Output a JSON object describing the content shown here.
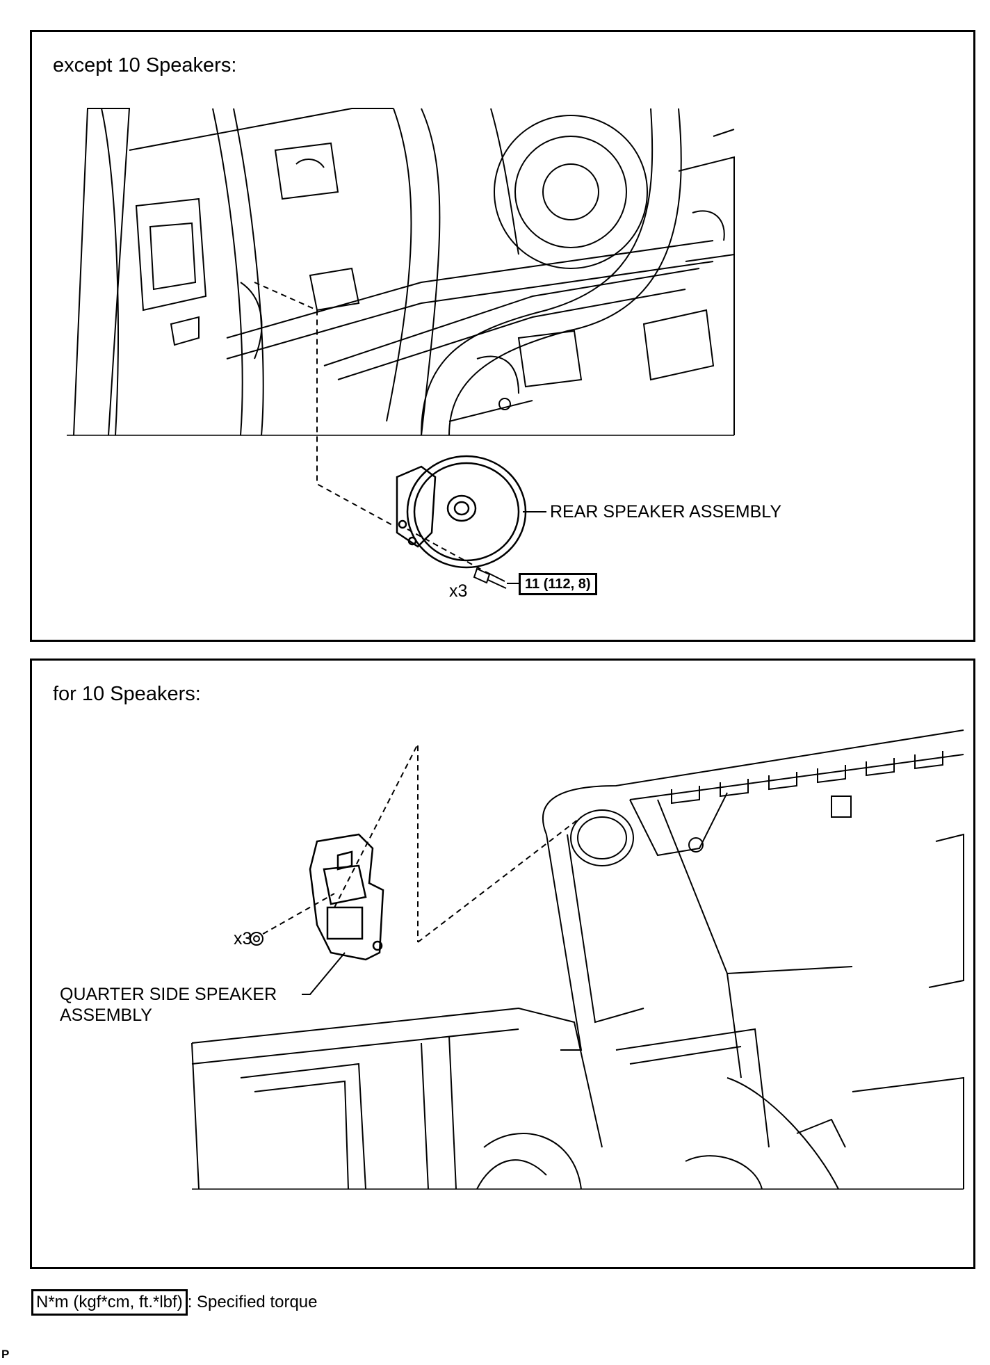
{
  "panels": [
    {
      "title": "except 10 Speakers:",
      "component_label": "REAR SPEAKER ASSEMBLY",
      "qty_label": "x3",
      "torque_value": "11 (112, 8)"
    },
    {
      "title": "for 10 Speakers:",
      "qty_label": "x3",
      "component_label_line1": "QUARTER SIDE SPEAKER",
      "component_label_line2": "ASSEMBLY"
    }
  ],
  "legend": {
    "unit_box": "N*m (kgf*cm, ft.*lbf)",
    "description": ": Specified torque"
  },
  "footer_mark": "P"
}
